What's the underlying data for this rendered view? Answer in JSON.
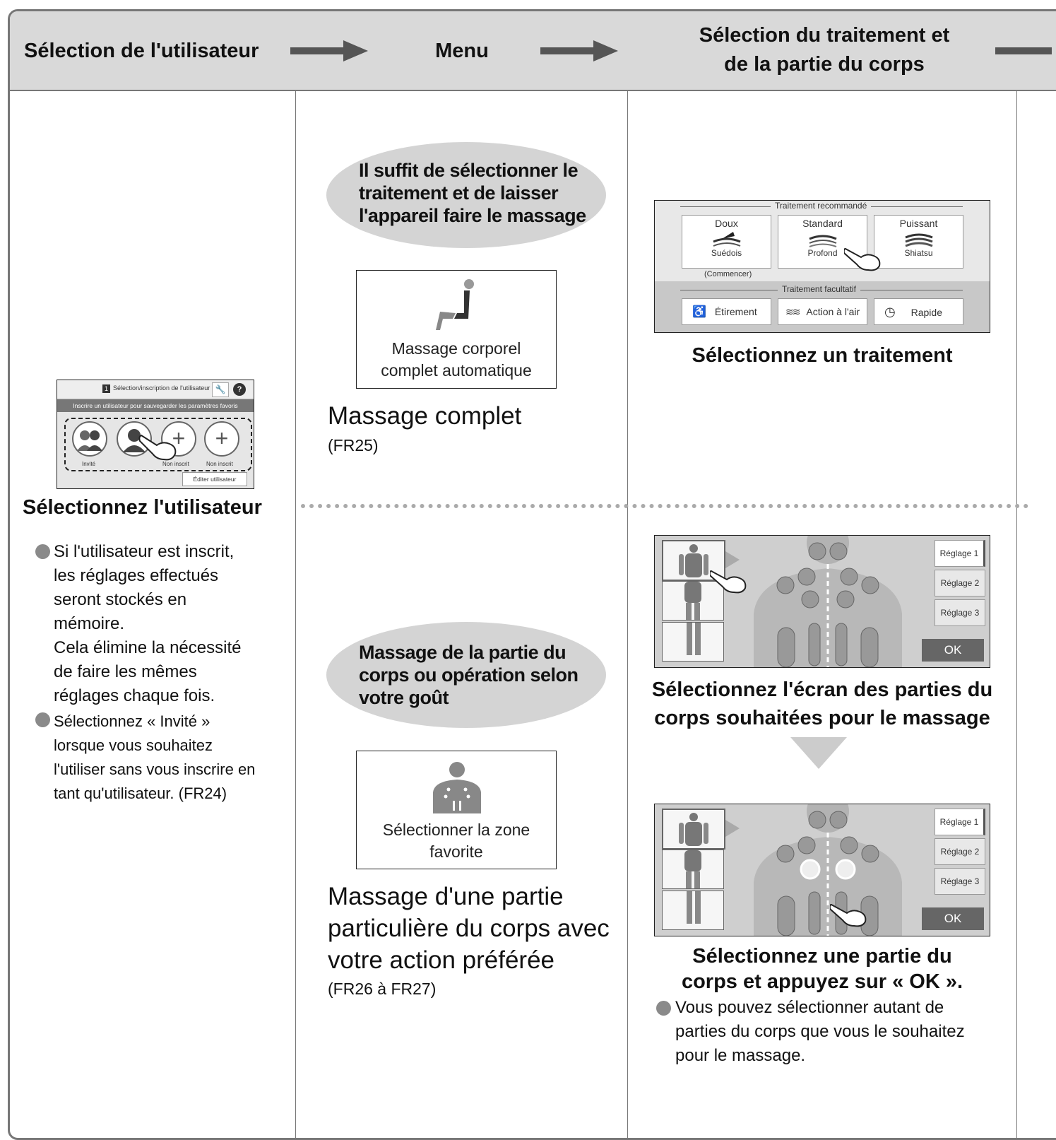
{
  "header": {
    "step1": "Sélection de l'utilisateur",
    "step2": "Menu",
    "step3_line1": "Sélection du traitement et",
    "step3_line2": "de la partie du corps"
  },
  "user": {
    "screen": {
      "title_num": "1",
      "title": "Sélection/inscription de l'utilisateur",
      "banner": "Inscrire un utilisateur pour sauvegarder les paramètres favoris",
      "slot1": "Invité",
      "slot3": "Non inscrit",
      "slot4": "Non inscrit",
      "edit_button": "Éditer utilisateur"
    },
    "caption": "Sélectionnez l'utilisateur",
    "bullet1_lines": [
      "Si l'utilisateur est inscrit,",
      "les réglages effectués",
      "seront stockés en",
      "mémoire.",
      "Cela élimine la nécessité",
      "de faire les mêmes",
      "réglages chaque fois."
    ],
    "bullet2_lines": [
      "Sélectionnez « Invité »",
      "lorsque vous souhaitez",
      "l'utiliser sans vous inscrire en",
      "tant qu'utilisateur. (FR24)"
    ]
  },
  "menu": {
    "auto": {
      "bubble_lines": [
        "Il suffit de sélectionner le",
        "traitement et de laisser",
        "l'appareil faire le massage"
      ],
      "card_lines": [
        "Massage corporel",
        "complet automatique"
      ],
      "title": "Massage complet",
      "ref": "(FR25)"
    },
    "manual": {
      "bubble_lines": [
        "Massage de la partie du",
        "corps ou opération selon",
        "votre goût"
      ],
      "card_lines": [
        "Sélectionner la zone",
        "favorite"
      ],
      "title_lines": [
        "Massage d'une partie",
        "particulière du corps avec",
        "votre action préférée"
      ],
      "ref": "(FR26 à FR27)"
    }
  },
  "treatment": {
    "recommended_label": "Traitement recommandé",
    "programs": [
      {
        "top": "Doux",
        "bottom": "Suédois"
      },
      {
        "top": "Standard",
        "bottom": "Profond"
      },
      {
        "top": "Puissant",
        "bottom": "Shiatsu"
      }
    ],
    "start_note": "(Commencer)",
    "optional_label": "Traitement facultatif",
    "options": [
      "Étirement",
      "Action à l'air",
      "Rapide"
    ],
    "caption": "Sélectionnez un traitement"
  },
  "body": {
    "settings": [
      "Réglage 1",
      "Réglage 2",
      "Réglage 3"
    ],
    "ok": "OK",
    "caption1_lines": [
      "Sélectionnez l'écran des parties du",
      "corps souhaitées pour le massage"
    ],
    "caption2_lines": [
      "Sélectionnez une partie du",
      "corps et appuyez sur « OK »."
    ],
    "bullet_lines": [
      "Vous pouvez sélectionner autant de",
      "parties du corps que vous le souhaitez",
      "pour le massage."
    ]
  },
  "colors": {
    "header_bg": "#d9d9d9",
    "bubble": "#d4d4d4",
    "screen_bg": "#cfcfcf",
    "bullet": "#8a8a8a"
  },
  "icons": [
    "arrow-right-icon",
    "seat-icon",
    "back-icon",
    "hand-pointer-icon",
    "wrench-icon",
    "help-icon",
    "plus-icon",
    "stretch-icon",
    "air-icon",
    "clock-icon",
    "wave-icon"
  ]
}
